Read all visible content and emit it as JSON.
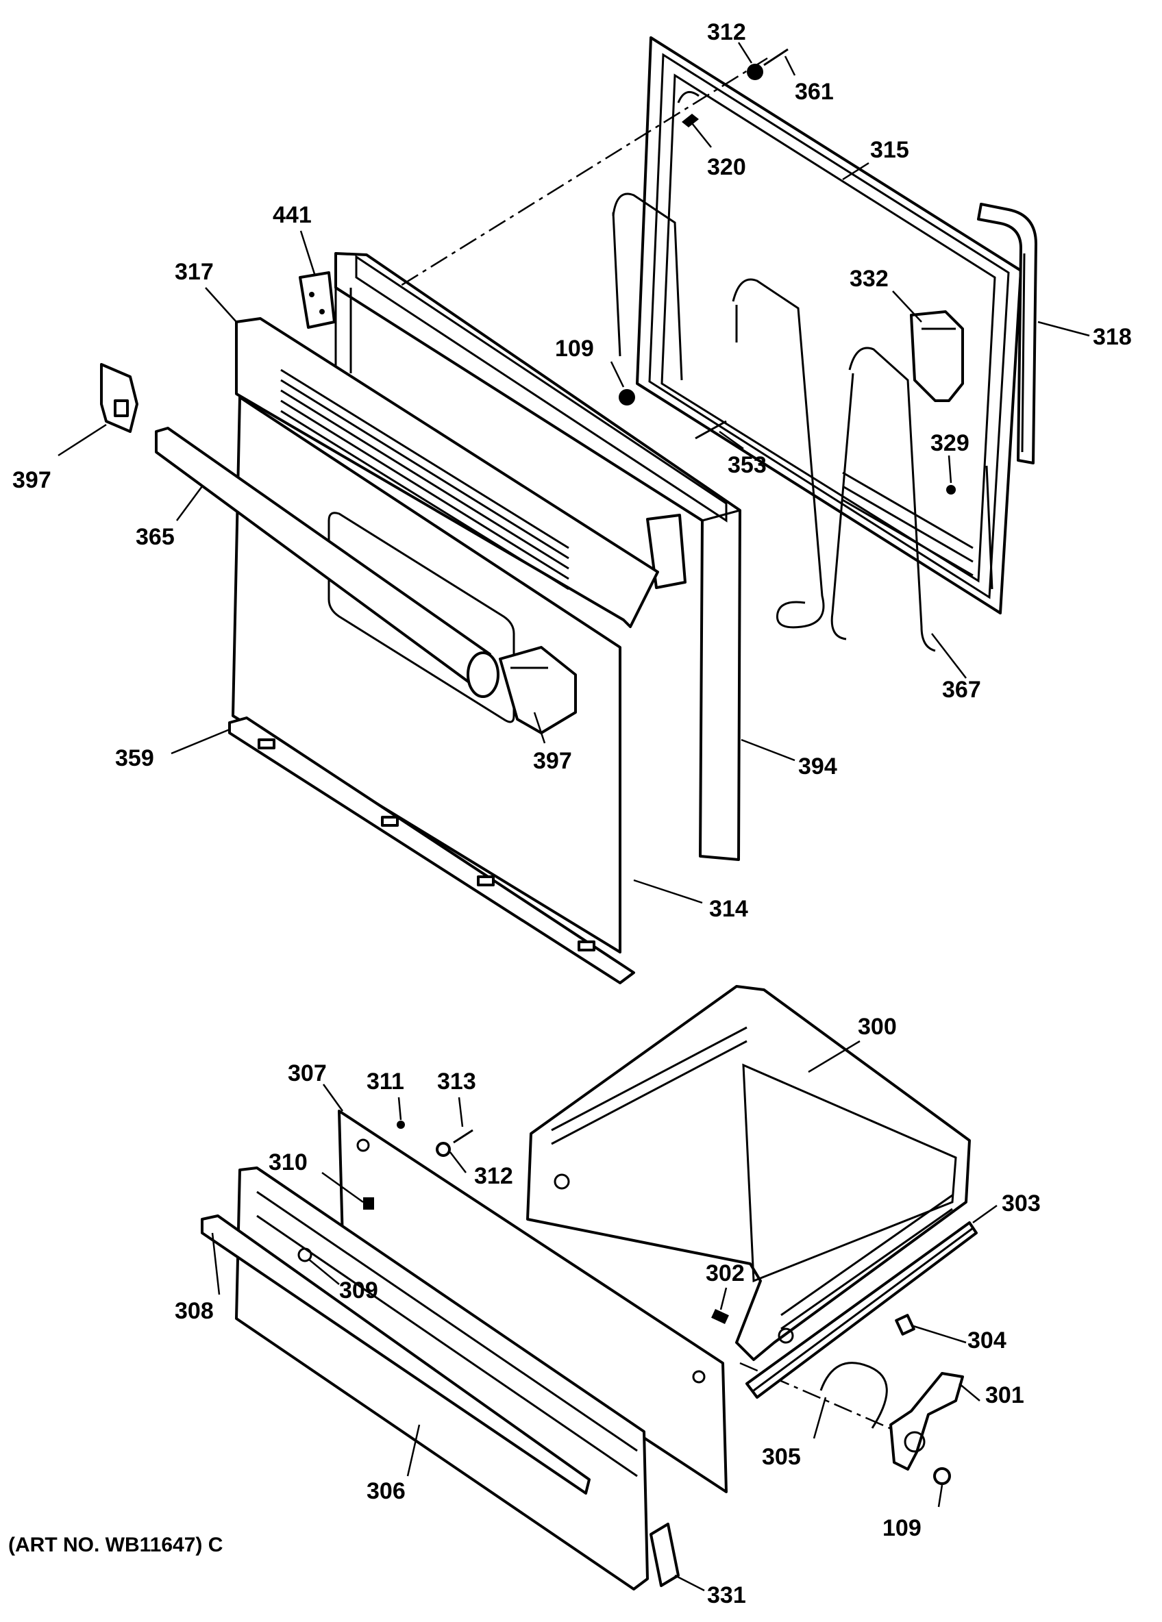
{
  "diagram": {
    "art_number": "(ART NO. WB11647) C",
    "callouts": {
      "p312_top": "312",
      "p361": "361",
      "p320": "320",
      "p315": "315",
      "p441": "441",
      "p317": "317",
      "p332": "332",
      "p318": "318",
      "p109_top": "109",
      "p397_left": "397",
      "p353": "353",
      "p329": "329",
      "p365": "365",
      "p367": "367",
      "p397_mid": "397",
      "p359": "359",
      "p394": "394",
      "p314": "314",
      "p300": "300",
      "p307": "307",
      "p311": "311",
      "p313": "313",
      "p312_bottom": "312",
      "p310": "310",
      "p303": "303",
      "p308": "308",
      "p309": "309",
      "p302": "302",
      "p304": "304",
      "p301": "301",
      "p306": "306",
      "p305": "305",
      "p109_bottom": "109",
      "p331": "331"
    }
  }
}
